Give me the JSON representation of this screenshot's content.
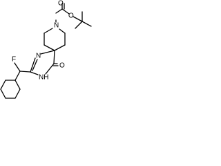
{
  "atoms": {
    "carbamate_O_single": "O",
    "carbamate_O_double": "O",
    "piperidine_N": "N",
    "imine_N": "N",
    "lactam_O": "O",
    "amide_NH": "NH",
    "fluorine": "F"
  }
}
